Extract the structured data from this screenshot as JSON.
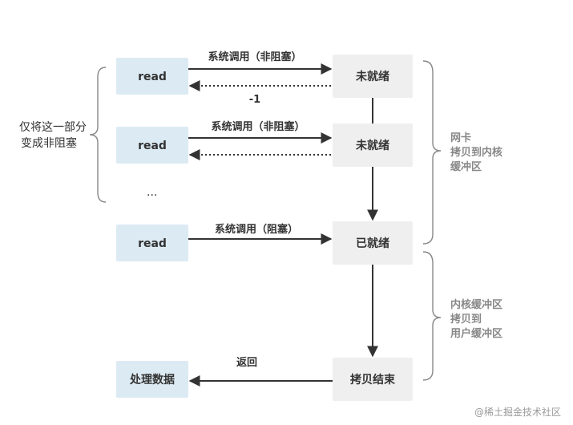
{
  "left_boxes": {
    "read_1": "read",
    "read_2": "read",
    "read_3": "read",
    "process": "处理数据"
  },
  "right_boxes": {
    "not_ready_1": "未就绪",
    "not_ready_2": "未就绪",
    "ready": "已就绪",
    "copy_done": "拷贝结束"
  },
  "edges": {
    "syscall_nonblocking_1": "系统调用（非阻塞）",
    "return_minus_one": "-1",
    "syscall_nonblocking_2": "系统调用（非阻塞）",
    "syscall_blocking": "系统调用（阻塞）",
    "return": "返回"
  },
  "ellipsis": "...",
  "left_note": [
    "仅将这一部分",
    "变成非阻塞"
  ],
  "right_notes": {
    "nic_to_kernel": [
      "网卡",
      "拷贝到内核",
      "缓冲区"
    ],
    "kernel_to_user": [
      "内核缓冲区",
      "拷贝到",
      "用户缓冲区"
    ]
  },
  "watermark": "@稀土掘金技术社区",
  "colors": {
    "left_box_fill": "#dceaf3",
    "right_box_fill": "#efefef",
    "arrow": "#333333",
    "brace": "#888888",
    "right_note_text": "#888888"
  }
}
